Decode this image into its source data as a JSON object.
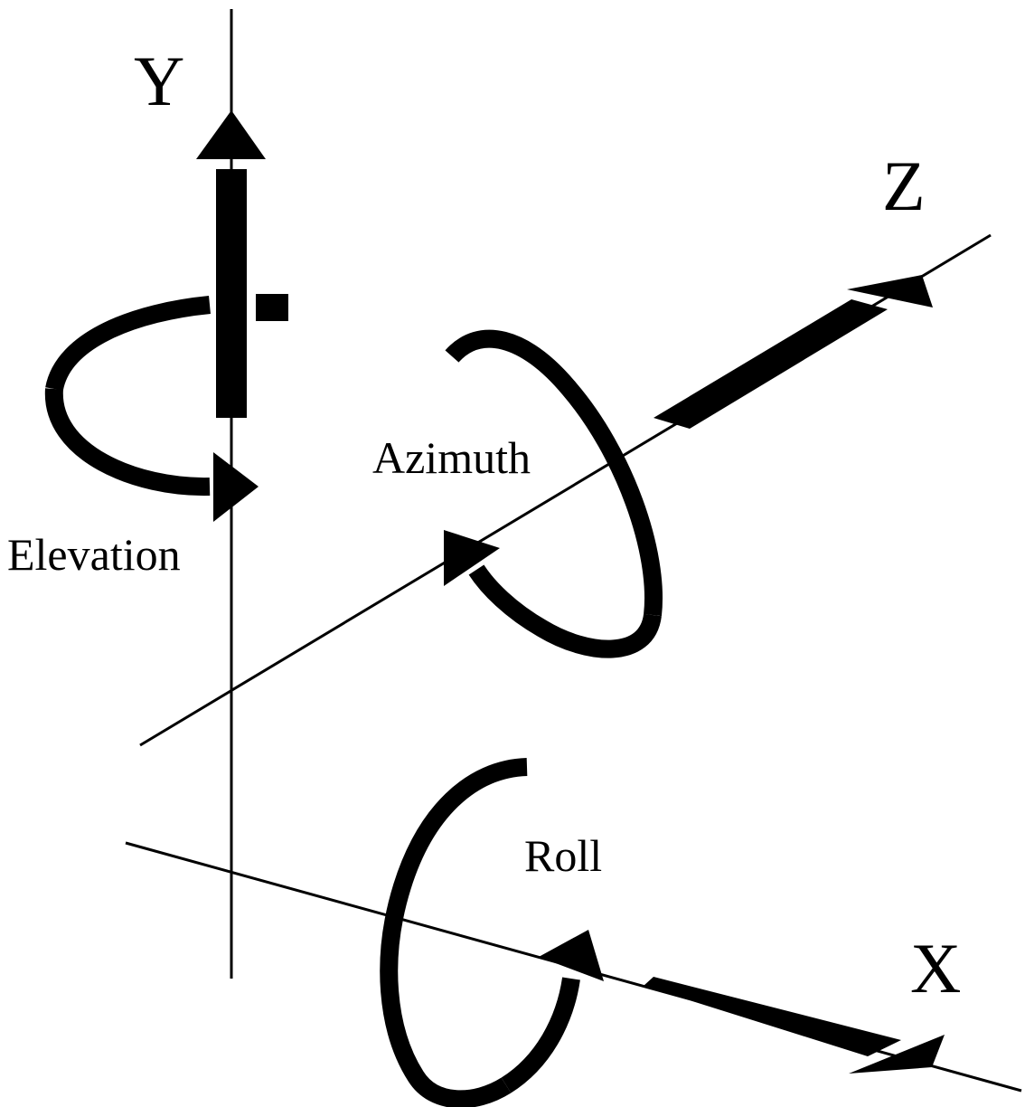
{
  "axes": {
    "y_label": "Y",
    "z_label": "Z",
    "x_label": "X"
  },
  "rotations": {
    "elevation_label": "Elevation",
    "azimuth_label": "Azimuth",
    "roll_label": "Roll"
  },
  "colors": {
    "ink": "#000000",
    "background": "#ffffff"
  }
}
